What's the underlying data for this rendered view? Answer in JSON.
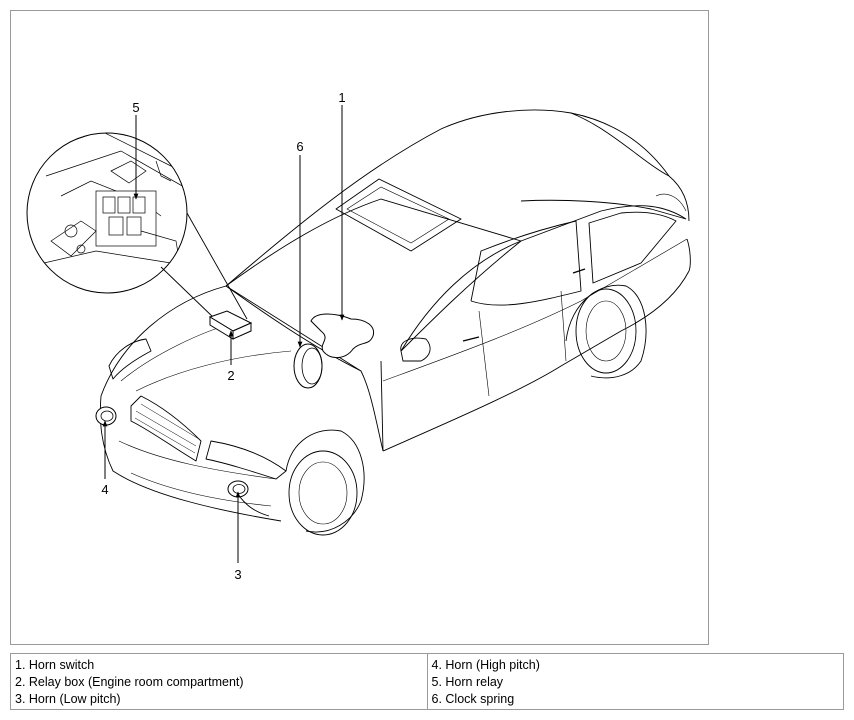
{
  "callouts": [
    "1",
    "2",
    "3",
    "4",
    "5",
    "6"
  ],
  "legend": {
    "left": [
      "1. Horn switch",
      "2. Relay box (Engine room compartment)",
      "3. Horn (Low pitch)"
    ],
    "right": [
      "4. Horn (High pitch)",
      "5. Horn relay",
      "6. Clock spring"
    ]
  },
  "colors": {
    "line": "#000000",
    "frame": "#9a9a9a",
    "component_fill": "#ffffff"
  }
}
